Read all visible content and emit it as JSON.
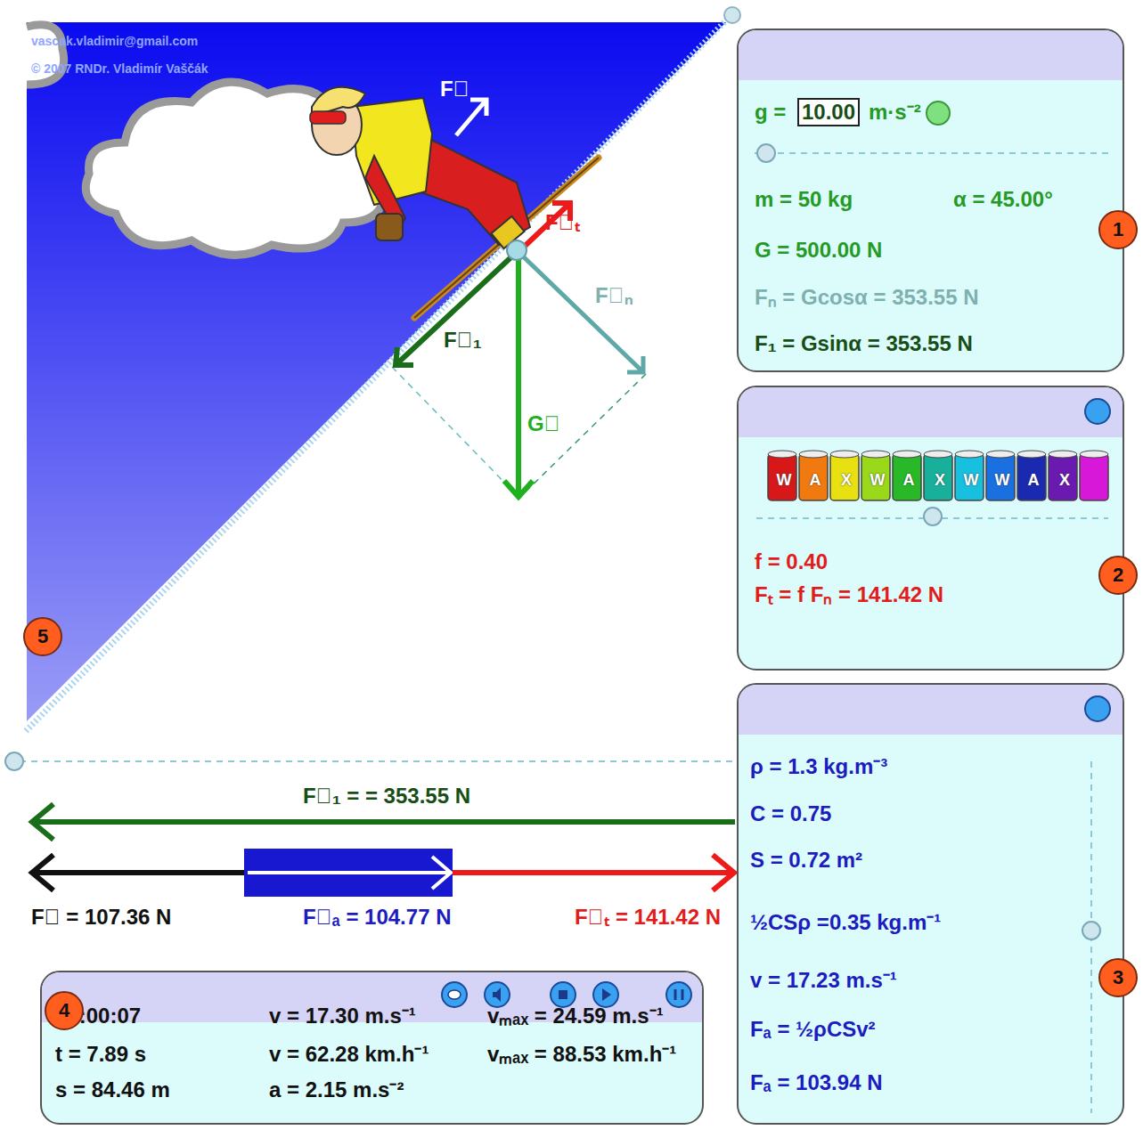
{
  "diagram": {
    "nodes": [
      {
        "text": [
          "g =",
          "10.00",
          "m·s⁻²",
          "m = 50 kg",
          "α = 45.00°",
          "G = 500.00 N",
          "Fₙ = Gcosα = 353.55 N",
          "F₁ = Gsinα = 353.55 N"
        ]
      },
      {
        "text": [
          "W",
          "A",
          "X",
          "W",
          "A",
          "X",
          "W",
          "W",
          "A",
          "X",
          "f = 0.40",
          "Fₜ = f Fₙ = 141.42 N"
        ]
      },
      {
        "text": [
          "ρ = 1.3 kg.m⁻³",
          "C = 0.75",
          "S = 0.72 m²",
          "½CSρ =0.35 kg.m⁻¹",
          "v = 17.23 m.s⁻¹",
          "Fₐ = ½ρCSv²",
          "Fₐ = 103.94 N"
        ]
      },
      {
        "text": [
          "00:00:07",
          "t = 7.89 s",
          "s = 84.46 m",
          "v = 17.30 m.s⁻¹",
          "v = 62.28 km.h⁻¹",
          "a = 2.15 m.s⁻²",
          "vₘₐₓ = 24.59 m.s⁻¹",
          "vₘₐₓ = 88.53 km.h⁻¹"
        ]
      },
      {
        "text": [
          "1"
        ]
      },
      {
        "text": [
          "2"
        ]
      },
      {
        "text": [
          "3"
        ]
      },
      {
        "text": [
          "4"
        ]
      },
      {
        "text": [
          "5"
        ]
      }
    ],
    "labels": [
      "vascak.vladimir@gmail.com",
      "© 2007 RNDr. Vladimír Vaščák",
      "F⃗",
      "F⃗ₜ",
      "F⃗₁",
      "F⃗ₙ",
      "G⃗",
      "F⃗₁ = = 353.55 N",
      "F⃗ = 107.36 N",
      "F⃗ₐ = 104.77 N",
      "F⃗ₜ = 141.42 N"
    ]
  }
}
